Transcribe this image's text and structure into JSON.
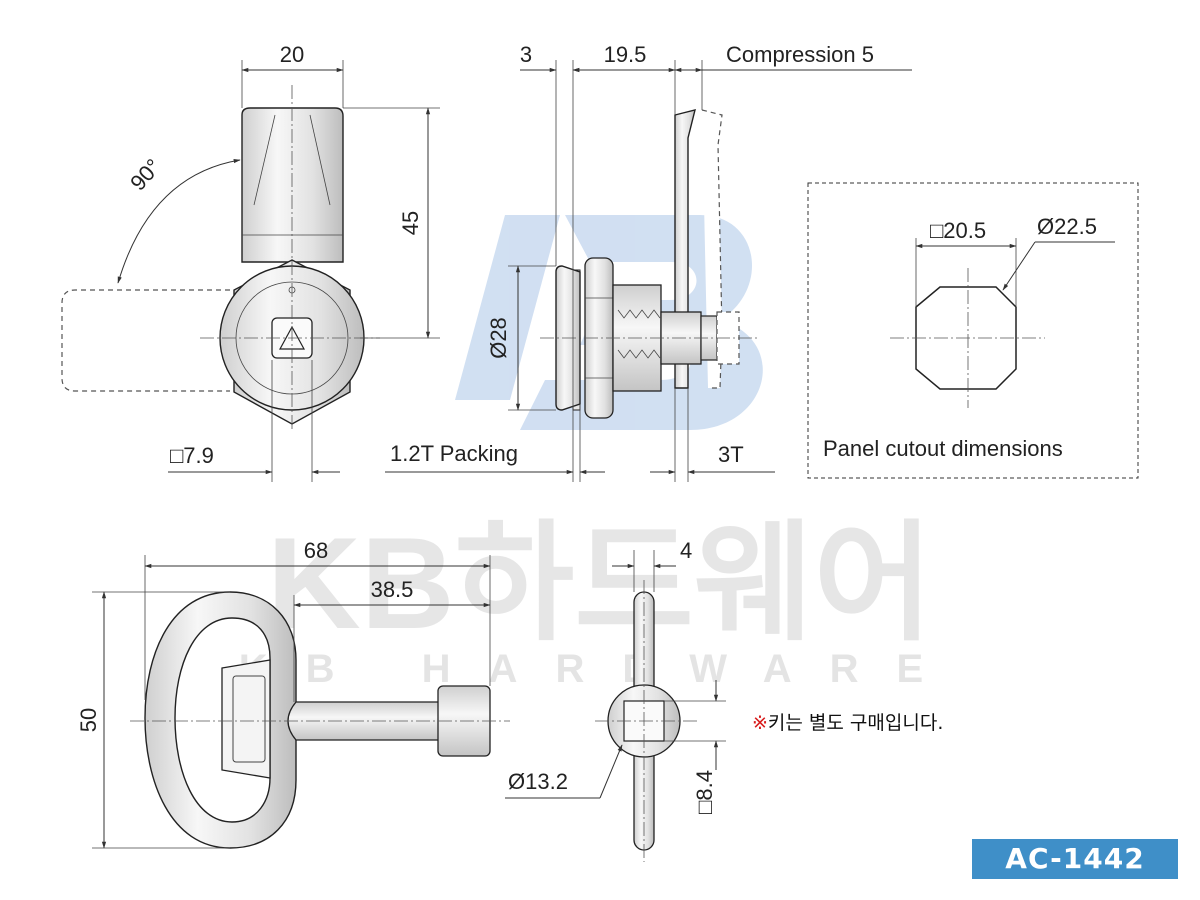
{
  "watermark": {
    "logo_letters": "KB",
    "title": "KB하드웨어",
    "subtitle": "KB HARDWARE"
  },
  "front_view": {
    "width_dim": "20",
    "height_dim": "45",
    "angle_dim": "90°",
    "square_dim": "□7.9"
  },
  "side_view": {
    "dim_a": "3",
    "dim_b": "19.5",
    "compression": "Compression 5",
    "diameter": "Ø28",
    "packing": "1.2T Packing",
    "thickness": "3T"
  },
  "cutout": {
    "square_dim": "□20.5",
    "diameter_dim": "Ø22.5",
    "caption": "Panel cutout dimensions"
  },
  "key_view": {
    "length_dim": "68",
    "shaft_dim": "38.5",
    "height_dim": "50",
    "width_dim": "4",
    "diameter_dim": "Ø13.2",
    "square_dim": "□8.4"
  },
  "note": {
    "mark": "※",
    "text": "키는 별도 구매입니다."
  },
  "model_code": "AC-1442",
  "colors": {
    "badge": "#3f8fc8",
    "note_mark": "#d81b1b",
    "watermark_blue": "#c9daf0",
    "watermark_gray": "#e4e4e4"
  }
}
